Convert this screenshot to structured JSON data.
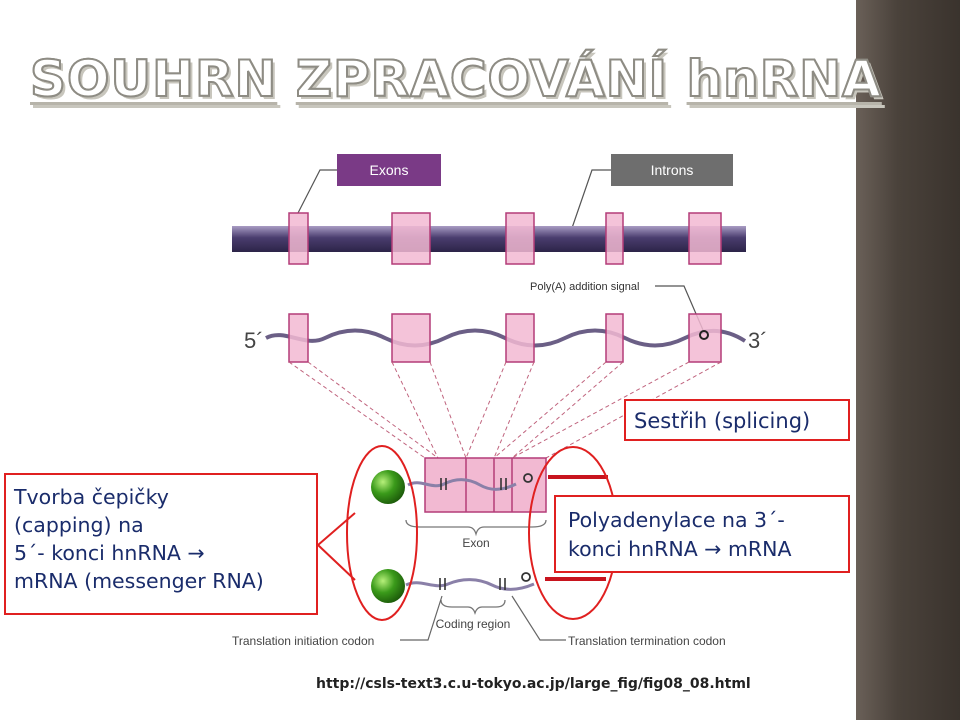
{
  "title": [
    "SOUHRN",
    "ZPRACOVÁNÍ",
    "hnRNA"
  ],
  "figure": {
    "exons_label": "Exons",
    "introns_label": "Introns",
    "polya_signal_label": "Poly(A) addition signal",
    "five_prime": "5´",
    "three_prime": "3´",
    "exon_brace_label": "Exon",
    "coding_region_label": "Coding region",
    "initiation_codon_label": "Translation initiation codon",
    "termination_codon_label": "Translation termination codon",
    "colors": {
      "exon_fill": "#f2b9d2",
      "exon_stroke": "#b43c78",
      "callout_border": "#e02020",
      "callout_text": "#1a2c6b",
      "exon_tag": "#7a3a86",
      "intron_tag": "#6e6e6e",
      "cap": "#3a9a1a"
    }
  },
  "callouts": {
    "capping_lines": [
      "Tvorba čepičky",
      "(capping) na",
      "5´- konci hnRNA →",
      "mRNA (messenger RNA)"
    ],
    "splicing": "Sestřih (splicing)",
    "polyadenylation_lines": [
      "Polyadenylace na 3´-",
      "konci hnRNA → mRNA"
    ]
  },
  "source_url": "http://csls-text3.c.u-tokyo.ac.jp/large_fig/fig08_08.html"
}
